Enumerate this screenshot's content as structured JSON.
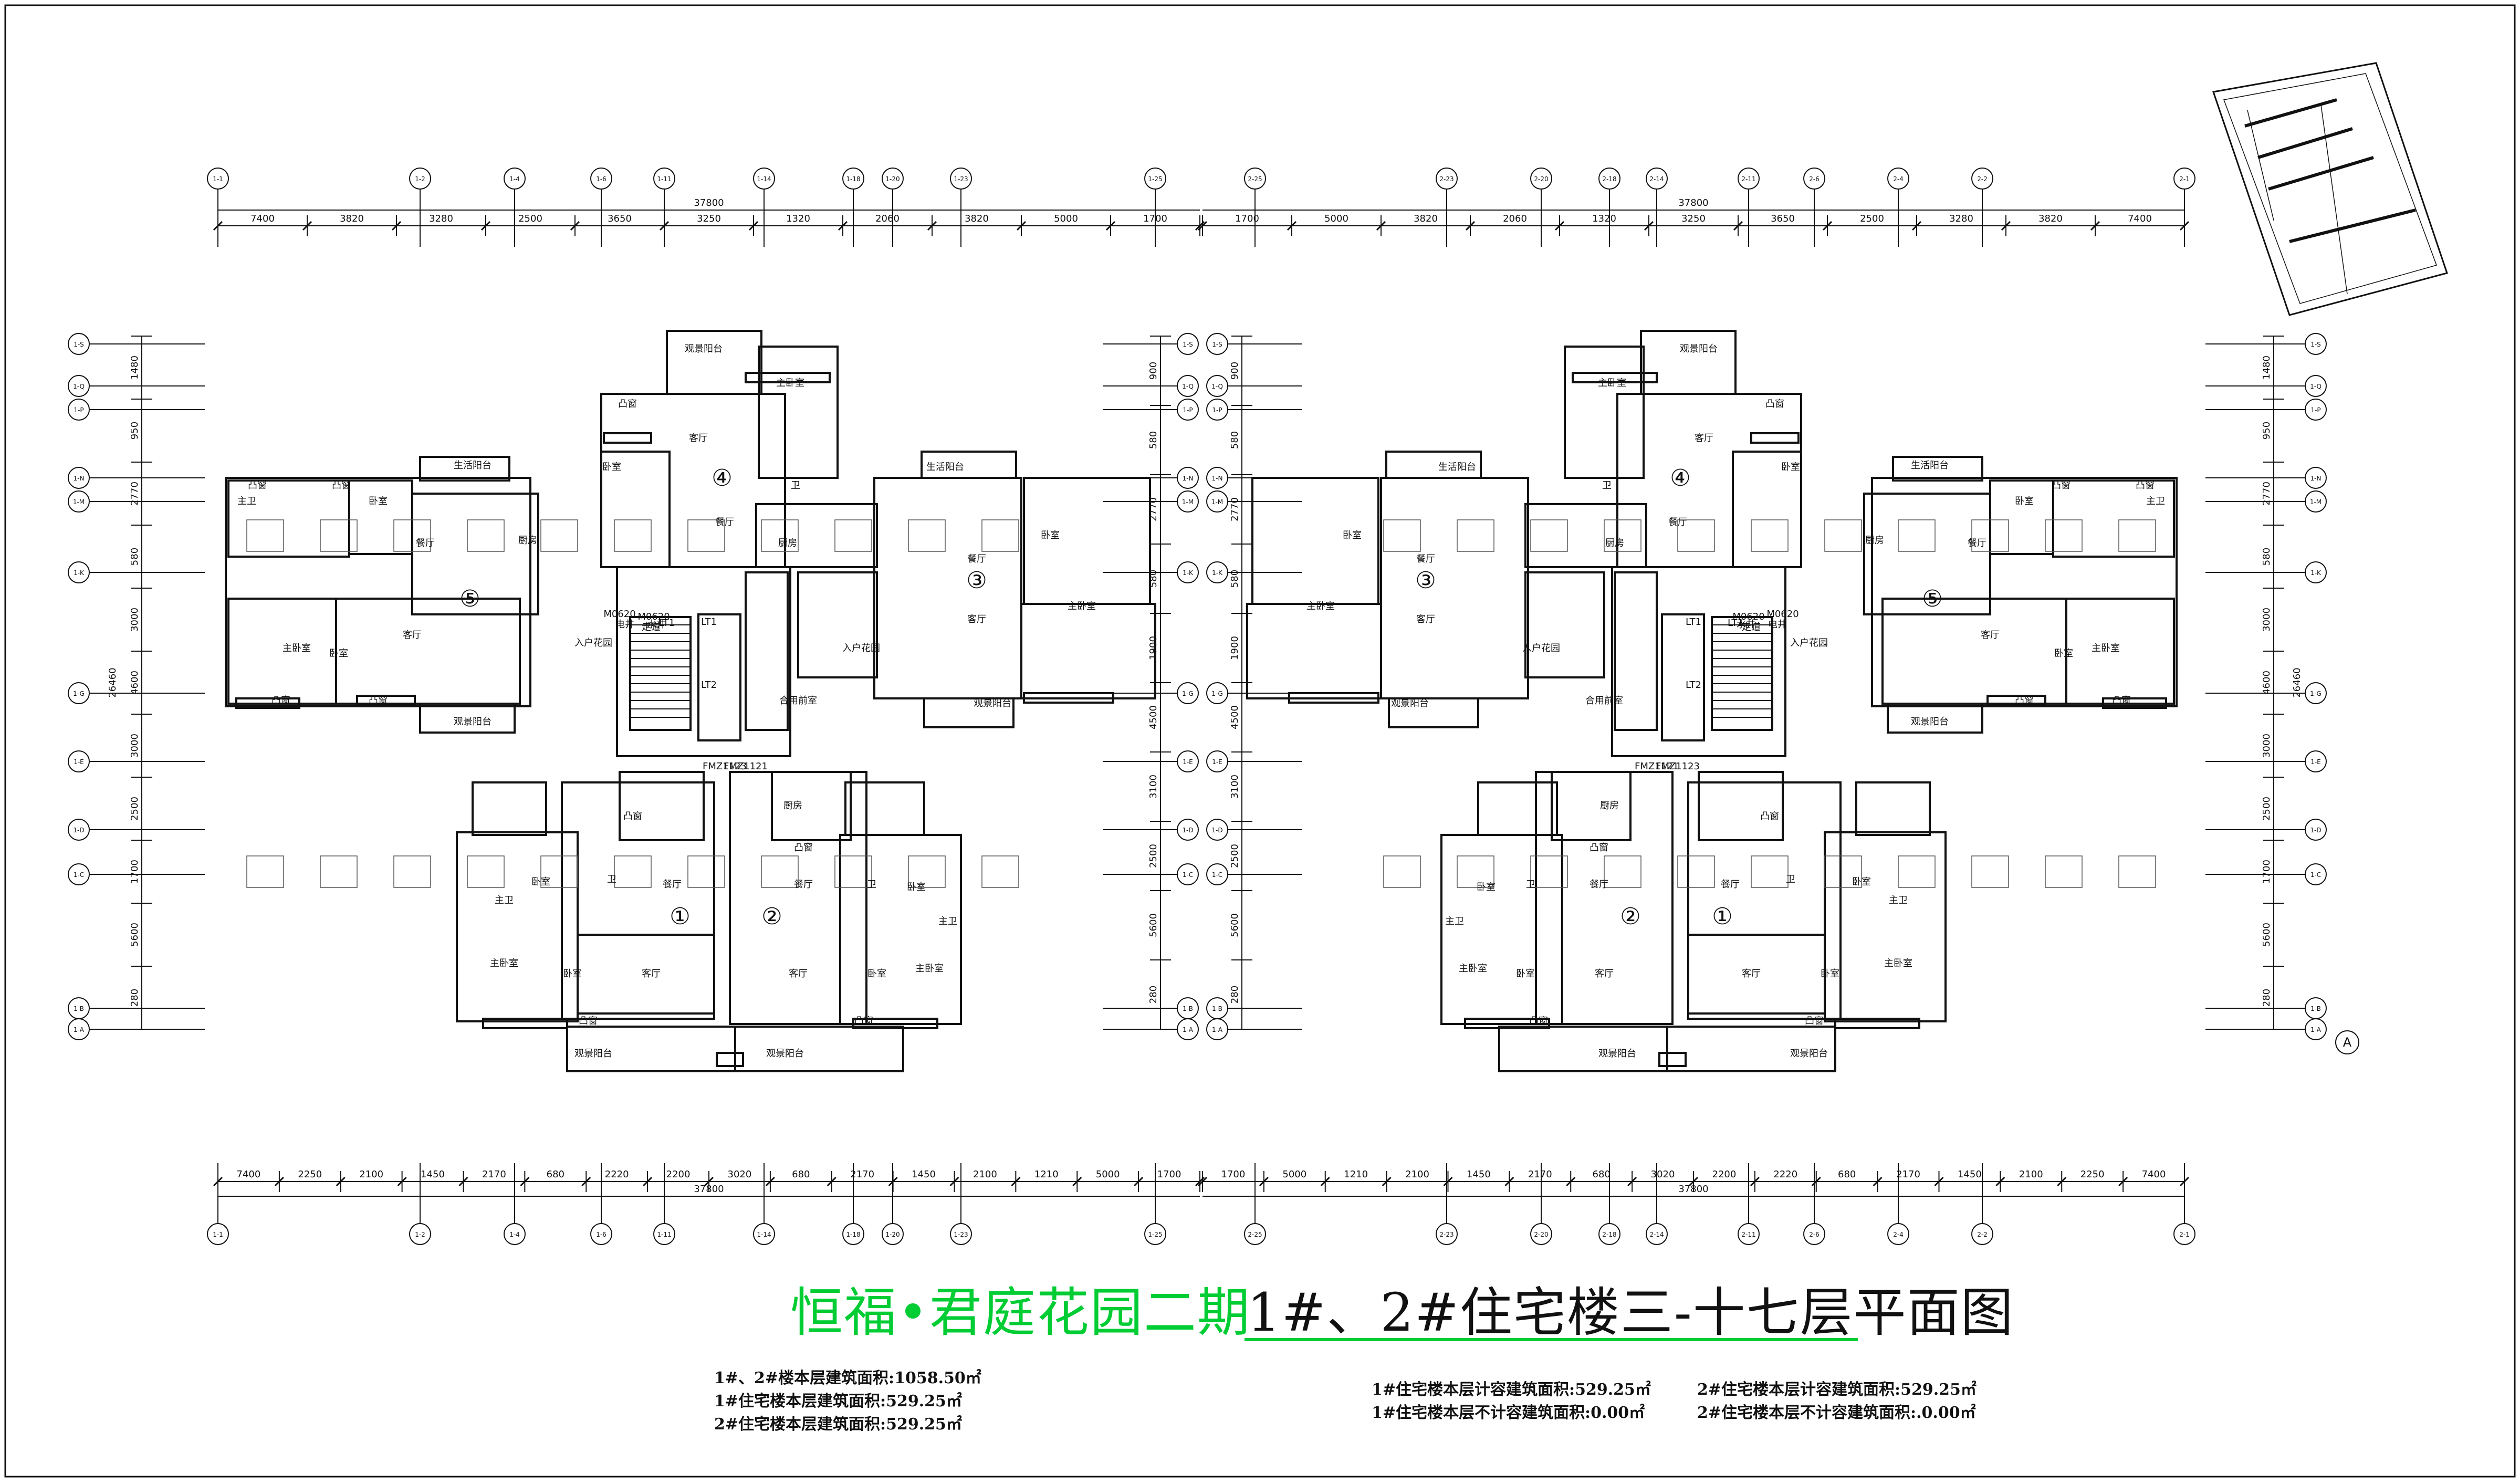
{
  "title": {
    "green": "恒福•君庭花园二期",
    "black": "1#、2#住宅楼三-十七层平面图"
  },
  "areas": {
    "left": [
      "1#、2#楼本层建筑面积:1058.50㎡",
      "1#住宅楼本层建筑面积:529.25㎡",
      "2#住宅楼本层建筑面积:529.25㎡"
    ],
    "middle": [
      "1#住宅楼本层计容建筑面积:529.25㎡",
      "1#住宅楼本层不计容建筑面积:0.00㎡"
    ],
    "right": [
      "2#住宅楼本层计容建筑面积:529.25㎡",
      "2#住宅楼本层不计容建筑面积:.0.00㎡"
    ]
  },
  "top_dims": {
    "total_left": "37800",
    "total_right": "37800",
    "left": [
      "7400",
      "3820",
      "3280",
      "2500",
      "3650",
      "3250",
      "1320",
      "2060",
      "3820",
      "5000",
      "1700"
    ],
    "right": [
      "1700",
      "5000",
      "3820",
      "2060",
      "1320",
      "3250",
      "3650",
      "2500",
      "3280",
      "3820",
      "7400"
    ]
  },
  "bottom_dims": {
    "total_left": "37800",
    "total_right": "37800",
    "left": [
      "7400",
      "2250",
      "2100",
      "1450",
      "2170",
      "680",
      "2220",
      "2200",
      "3020",
      "680",
      "2170",
      "1450",
      "2100",
      "1210",
      "5000",
      "1700"
    ],
    "right": [
      "1700",
      "5000",
      "1210",
      "2100",
      "1450",
      "2170",
      "680",
      "3020",
      "2200",
      "2220",
      "680",
      "2170",
      "1450",
      "2100",
      "2250",
      "7400"
    ]
  },
  "side_dims": [
    "1480",
    "950",
    "2770",
    "580",
    "3000",
    "4600",
    "3000",
    "2500",
    "1700",
    "5600",
    "280"
  ],
  "side_total": "26460",
  "mid_dims": [
    "900",
    "580",
    "2770",
    "580",
    "1900",
    "4500",
    "3100",
    "2500",
    "5600",
    "280"
  ],
  "unit_numbers": [
    "④",
    "③",
    "⑤",
    "①",
    "②"
  ],
  "room_labels": {
    "balcony_view": "观景阳台",
    "living_balcony": "生活阳台",
    "master_bedroom": "主卧室",
    "bedroom": "卧室",
    "living_room": "客厅",
    "dining_room": "餐厅",
    "kitchen": "厨房",
    "master_bath": "主卫",
    "bath": "卫",
    "bay_window": "凸窗",
    "entry_garden": "入户花园",
    "corridor": "走道",
    "shared_front_room": "合用前室",
    "lift_1": "LT1",
    "lift_2": "LT2",
    "fire_door_a": "FMZ1123",
    "fire_door_b": "FMZ1121",
    "fire_door_c": "FMZ1123",
    "door_code": "M0620",
    "well_label": "电井",
    "pipe_label": "水井"
  },
  "axis_labels_top": [
    "1-1",
    "1-2",
    "1-4",
    "1-6",
    "1-11",
    "1-14",
    "1-18",
    "1-20",
    "1-23",
    "1-25",
    "2-25",
    "2-23",
    "2-20",
    "2-18",
    "2-14",
    "2-11",
    "2-6",
    "2-4",
    "2-2",
    "2-1"
  ],
  "axis_labels_left": [
    "1-S",
    "1-Q",
    "1-P",
    "1-N",
    "1-M",
    "1-K",
    "1-G",
    "1-E",
    "1-D",
    "1-C",
    "1-B",
    "1-A"
  ],
  "axis_marker": "A",
  "colors": {
    "title_green": "#00cc33",
    "line": "#111111"
  }
}
